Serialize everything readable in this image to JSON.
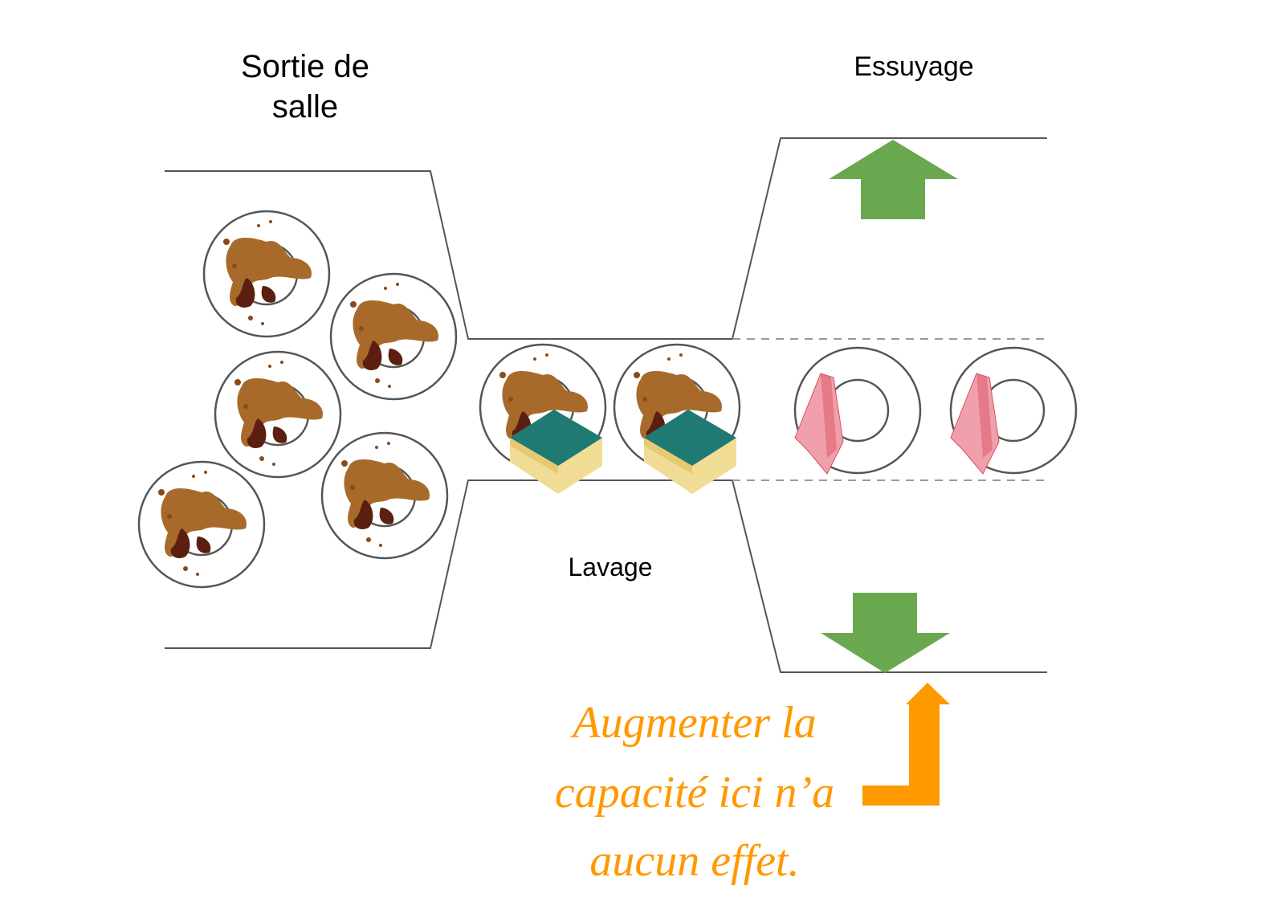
{
  "labels": {
    "exit": [
      "Sortie de",
      "salle"
    ],
    "washing": "Lavage",
    "drying": "Essuyage"
  },
  "annotation": [
    "Augmenter la",
    "capacité ici n’a",
    "aucun effet."
  ],
  "colors": {
    "green_arrow": "#6aa84f",
    "orange": "#ff9900",
    "line": "#555555",
    "dash": "#999999"
  },
  "icons": [
    "dirty-plate-icon",
    "sponge-icon",
    "towel-icon",
    "clean-plate-icon",
    "arrow-up-icon",
    "arrow-down-icon",
    "orange-arrow-icon"
  ]
}
